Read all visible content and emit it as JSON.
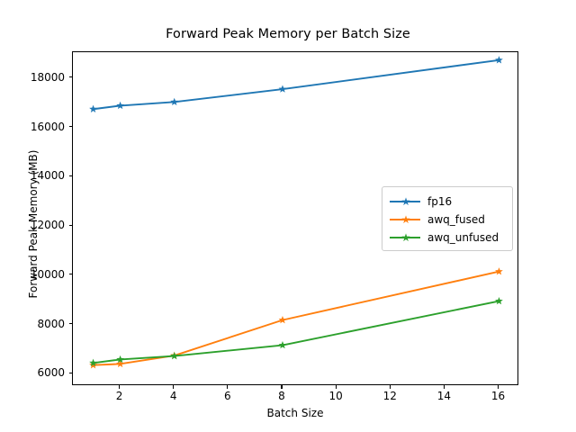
{
  "chart_data": {
    "type": "line",
    "title": "Forward Peak Memory per Batch Size",
    "xlabel": "Batch Size",
    "ylabel": "Forward Peak Memory (MB)",
    "x": [
      1,
      2,
      4,
      8,
      16
    ],
    "xlim": [
      0.25,
      16.75
    ],
    "ylim": [
      5500,
      19050
    ],
    "xticks": [
      2,
      4,
      6,
      8,
      10,
      12,
      14,
      16
    ],
    "yticks": [
      6000,
      8000,
      10000,
      12000,
      14000,
      16000,
      18000
    ],
    "grid": false,
    "legend_position": "center right",
    "series": [
      {
        "name": "fp16",
        "color": "#1f77b4",
        "marker": "star",
        "values": [
          16740,
          16880,
          17030,
          17550,
          18730
        ]
      },
      {
        "name": "awq_fused",
        "color": "#ff7f0e",
        "marker": "star",
        "values": [
          6350,
          6400,
          6740,
          8180,
          10150
        ]
      },
      {
        "name": "awq_unfused",
        "color": "#2ca02c",
        "marker": "star",
        "values": [
          6440,
          6580,
          6720,
          7160,
          8950
        ]
      }
    ]
  },
  "figure": {
    "background": "#ffffff",
    "axes_color": "#000000"
  }
}
